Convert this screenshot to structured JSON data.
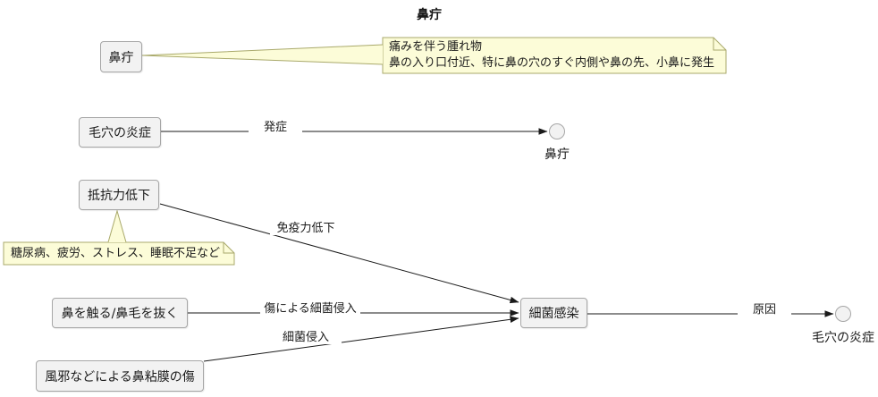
{
  "title": "鼻疔",
  "colors": {
    "background": "#ffffff",
    "node_fill": "#f2f2f2",
    "node_border": "#a6a6a6",
    "note_fill": "#fcfcd8",
    "note_border": "#a9a96b",
    "line": "#1a1a1a"
  },
  "nodes": {
    "boil_box": {
      "label": "鼻疔"
    },
    "pore_box": {
      "label": "毛穴の炎症"
    },
    "resistance_box": {
      "label": "抵抗力低下"
    },
    "touch_box": {
      "label": "鼻を触る/鼻毛を抜く"
    },
    "cold_box": {
      "label": "風邪などによる鼻粘膜の傷"
    },
    "infection_box": {
      "label": "細菌感染"
    },
    "boil_circle": {
      "label": "鼻疔"
    },
    "pore_circle": {
      "label": "毛穴の炎症"
    }
  },
  "edges": {
    "onset": {
      "label": "発症",
      "from": "毛穴の炎症",
      "to": "鼻疔"
    },
    "immunity": {
      "label": "免疫力低下",
      "from": "抵抗力低下",
      "to": "細菌感染"
    },
    "wound_entry": {
      "label": "傷による細菌侵入",
      "from": "鼻を触る/鼻毛を抜く",
      "to": "細菌感染"
    },
    "entry": {
      "label": "細菌侵入",
      "from": "風邪などによる鼻粘膜の傷",
      "to": "細菌感染"
    },
    "cause": {
      "label": "原因",
      "from": "細菌感染",
      "to": "毛穴の炎症"
    }
  },
  "notes": {
    "boil_note": {
      "line1": "痛みを伴う腫れ物",
      "line2": "鼻の入り口付近、特に鼻の穴のすぐ内側や鼻の先、小鼻に発生",
      "attached_to": "鼻疔"
    },
    "resistance_note": {
      "text": "糖尿病、疲労、ストレス、睡眠不足など",
      "attached_to": "抵抗力低下"
    }
  }
}
